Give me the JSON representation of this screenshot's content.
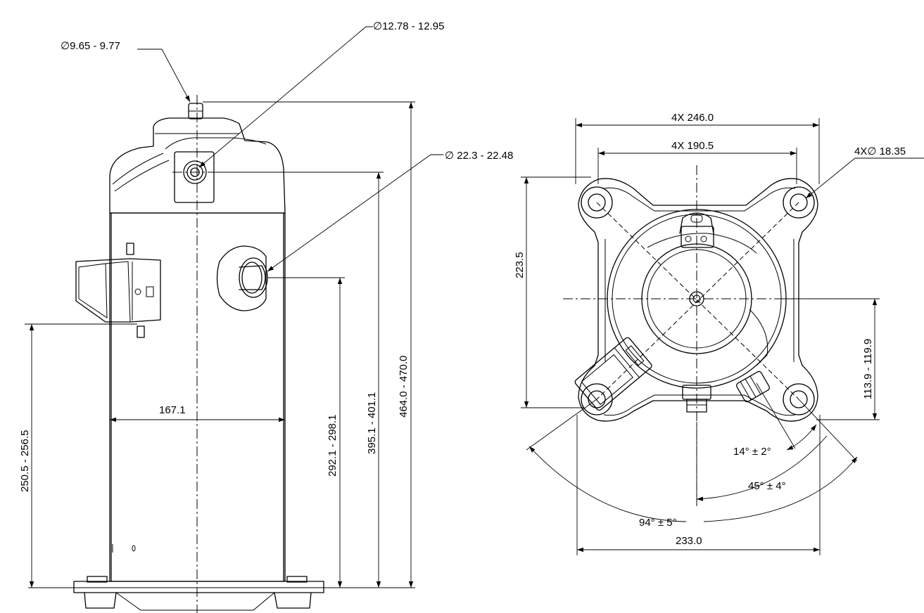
{
  "front_view": {
    "dia_sight": "∅9.65 - 9.77",
    "dia_suction_small": "∅12.78 - 12.95",
    "dia_discharge": "∅ 22.3 - 22.48",
    "width": "167.1",
    "height_total": "464.0 - 470.0",
    "height_upper_fitting": "395.1 - 401.1",
    "height_side_fitting": "292.1 - 298.1",
    "height_terminal": "250.5 - 256.5"
  },
  "top_view": {
    "mount_outer": "4X 246.0",
    "mount_pitch": "4X 190.5",
    "hole_dia": "4X∅ 18.35",
    "depth": "223.5",
    "offset": "113.9 - 119.9",
    "angle_small": "14° ± 2°",
    "angle_mid": "45° ± 4°",
    "angle_large": "94° ± 5°",
    "width": "233.0"
  }
}
